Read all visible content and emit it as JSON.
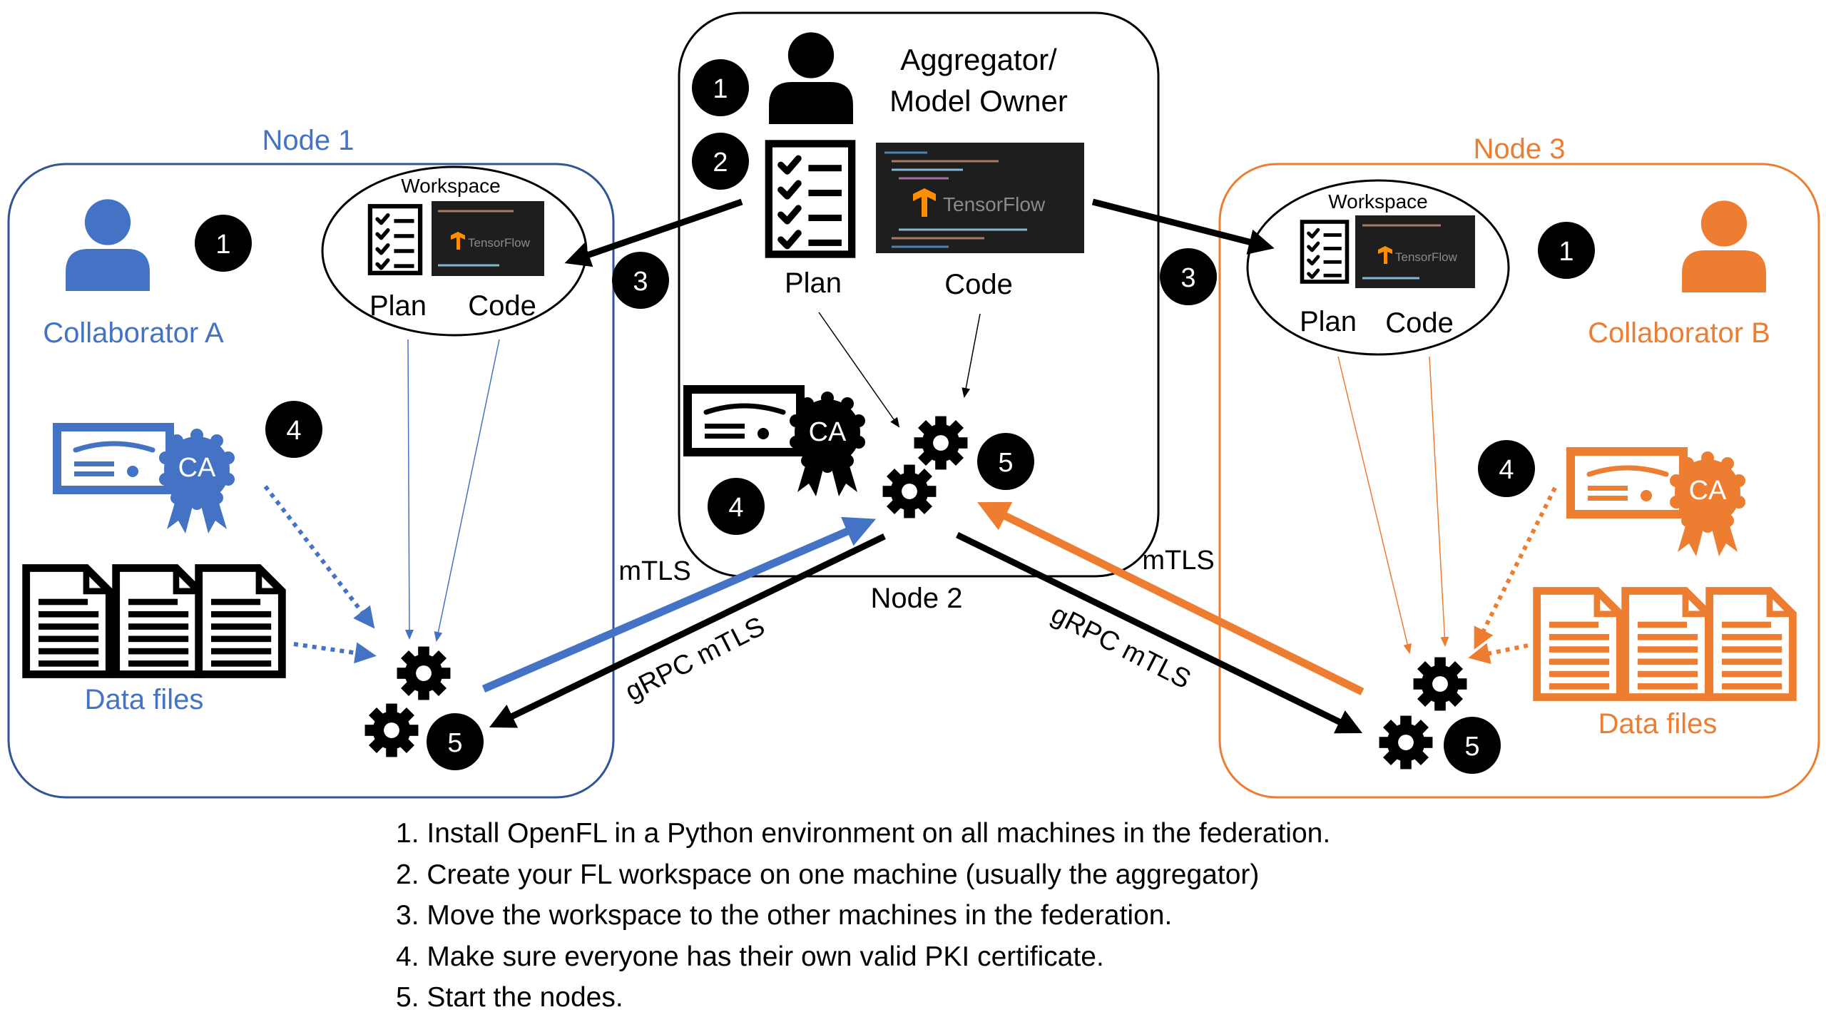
{
  "colors": {
    "blue": "#4472c4",
    "blue_border": "#2f5597",
    "orange": "#ed7d31",
    "black": "#000000",
    "code_bg": "#1e1e1e"
  },
  "nodes": {
    "node1": {
      "title": "Node 1",
      "collaborator": "Collaborator A",
      "data_files": "Data files"
    },
    "node2": {
      "title": "Node 2",
      "role": [
        "Aggregator/",
        "Model Owner"
      ],
      "plan": "Plan",
      "code": "Code",
      "code_logo": "TensorFlow"
    },
    "node3": {
      "title": "Node 3",
      "collaborator": "Collaborator B",
      "data_files": "Data files"
    }
  },
  "workspace": {
    "title": "Workspace",
    "plan": "Plan",
    "code": "Code",
    "code_logo": "TensorFlow"
  },
  "certificate": {
    "ca": "CA"
  },
  "links": {
    "mtls": "mTLS",
    "grpc": "gRPC mTLS"
  },
  "badges": {
    "one": "1",
    "two": "2",
    "three": "3",
    "four": "4",
    "five": "5"
  },
  "icons": [
    "person-icon",
    "checklist-icon",
    "code-screenshot-icon",
    "certificate-icon",
    "ca-ribbon-icon",
    "document-icon",
    "gears-icon"
  ],
  "steps": [
    "1. Install OpenFL in a Python environment on all machines in the federation.",
    "2. Create your FL workspace on one machine (usually the aggregator)",
    "3. Move the workspace to the other machines in the federation.",
    "4. Make sure everyone has their own valid PKI certificate.",
    "5. Start the nodes."
  ]
}
